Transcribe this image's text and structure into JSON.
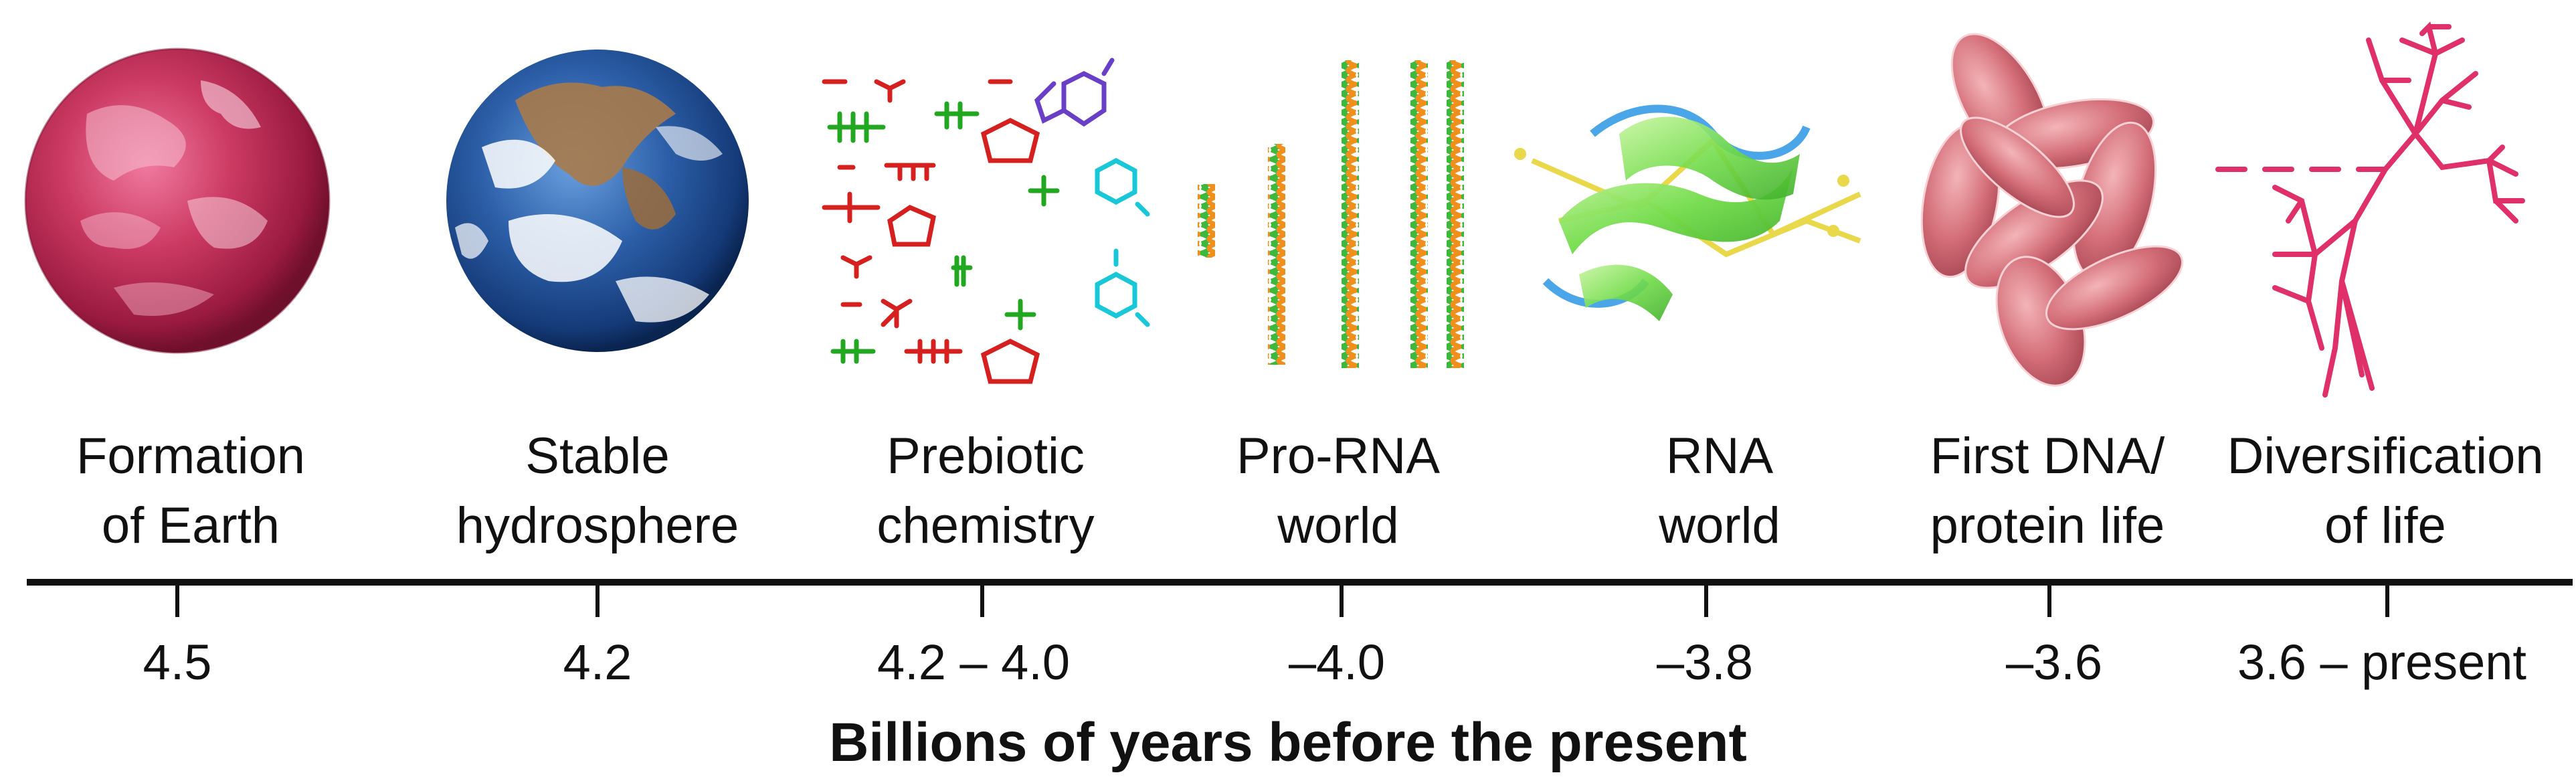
{
  "stages": [
    {
      "id": "earth-formation",
      "line1": "Formation",
      "line2": "of Earth",
      "tick": "4.5",
      "icon": "pink-planet-icon"
    },
    {
      "id": "hydrosphere",
      "line1": "Stable",
      "line2": "hydrosphere",
      "tick": "4.2",
      "icon": "blue-earth-icon"
    },
    {
      "id": "prebiotic",
      "line1": "Prebiotic",
      "line2": "chemistry",
      "tick": "4.2 – 4.0",
      "icon": "molecules-icon"
    },
    {
      "id": "pro-rna",
      "line1": "Pro-RNA",
      "line2": "world",
      "tick": "–4.0",
      "icon": "helix-strands-icon"
    },
    {
      "id": "rna",
      "line1": "RNA",
      "line2": "world",
      "tick": "–3.8",
      "icon": "rna-ribbon-icon"
    },
    {
      "id": "dna-protein",
      "line1": "First DNA/",
      "line2": "protein life",
      "tick": "–3.6",
      "icon": "cells-icon"
    },
    {
      "id": "diversification",
      "line1": "Diversification",
      "line2": "of life",
      "tick": "3.6 – present",
      "icon": "phylogenetic-tree-icon"
    }
  ],
  "axis": {
    "title": "Billions of years before the present"
  },
  "colors": {
    "planet_pink": "#c8385e",
    "earth_blue": "#2b5fa6",
    "chem_red": "#d62020",
    "chem_green": "#22a820",
    "chem_purple": "#6a3fc8",
    "chem_cyan": "#19c8d8",
    "helix_green": "#3cb83c",
    "helix_orange": "#f0901c",
    "ribbon_green": "#7ee05a",
    "ribbon_blue": "#4aa6e8",
    "ribbon_yellow": "#e8d84a",
    "cell_pink": "#d4707c",
    "tree_pink": "#e0306a",
    "axis_black": "#111111"
  }
}
